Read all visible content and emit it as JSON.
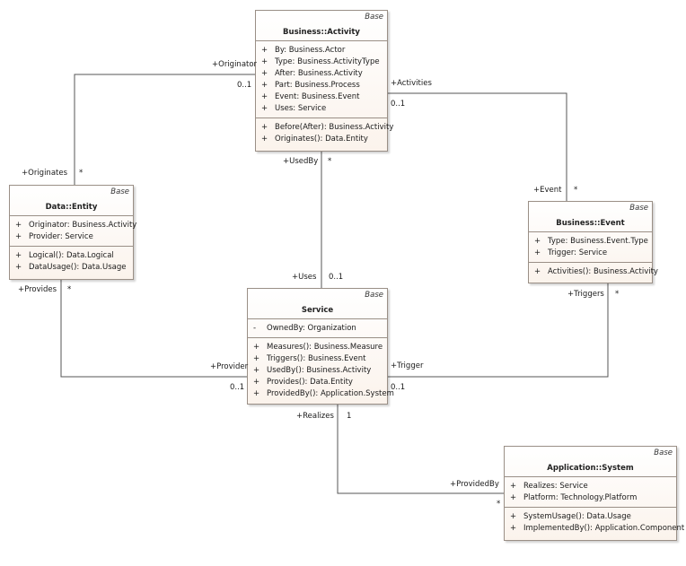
{
  "classes": {
    "activity": {
      "stereotype": "Base",
      "name": "Business::Activity",
      "attributes": [
        {
          "vis": "+",
          "text": "By: Business.Actor"
        },
        {
          "vis": "+",
          "text": "Type: Business.ActivityType"
        },
        {
          "vis": "+",
          "text": "After: Business.Activity"
        },
        {
          "vis": "+",
          "text": "Part: Business.Process"
        },
        {
          "vis": "+",
          "text": "Event: Business.Event"
        },
        {
          "vis": "+",
          "text": "Uses: Service"
        }
      ],
      "operations": [
        {
          "vis": "+",
          "text": "Before(After): Business.Activity"
        },
        {
          "vis": "+",
          "text": "Originates(): Data.Entity"
        }
      ]
    },
    "entity": {
      "stereotype": "Base",
      "name": "Data::Entity",
      "attributes": [
        {
          "vis": "+",
          "text": "Originator: Business.Activity"
        },
        {
          "vis": "+",
          "text": "Provider: Service"
        }
      ],
      "operations": [
        {
          "vis": "+",
          "text": "Logical(): Data.Logical"
        },
        {
          "vis": "+",
          "text": "DataUsage(): Data.Usage"
        }
      ]
    },
    "event": {
      "stereotype": "Base",
      "name": "Business::Event",
      "attributes": [
        {
          "vis": "+",
          "text": "Type: Business.Event.Type"
        },
        {
          "vis": "+",
          "text": "Trigger: Service"
        }
      ],
      "operations": [
        {
          "vis": "+",
          "text": "Activities(): Business.Activity"
        }
      ]
    },
    "service": {
      "stereotype": "Base",
      "name": "Service",
      "attributes": [
        {
          "vis": "-",
          "text": "OwnedBy: Organization"
        }
      ],
      "operations": [
        {
          "vis": "+",
          "text": "Measures(): Business.Measure"
        },
        {
          "vis": "+",
          "text": "Triggers(): Business.Event"
        },
        {
          "vis": "+",
          "text": "UsedBy(): Business.Activity"
        },
        {
          "vis": "+",
          "text": "Provides(): Data.Entity"
        },
        {
          "vis": "+",
          "text": "ProvidedBy(): Application.System"
        }
      ]
    },
    "system": {
      "stereotype": "Base",
      "name": "Application::System",
      "attributes": [
        {
          "vis": "+",
          "text": "Realizes: Service"
        },
        {
          "vis": "+",
          "text": "Platform: Technology.Platform"
        }
      ],
      "operations": [
        {
          "vis": "+",
          "text": "SystemUsage(): Data.Usage"
        },
        {
          "vis": "+",
          "text": "ImplementedBy(): Application.Component"
        }
      ]
    }
  },
  "associations": {
    "originator_role": "+Originator",
    "originator_mult": "0..1",
    "originates_role": "+Originates",
    "originates_mult": "*",
    "activities_role": "+Activities",
    "activities_mult": "0..1",
    "event_role": "+Event",
    "event_mult": "*",
    "usedby_role": "+UsedBy",
    "usedby_mult": "*",
    "uses_role": "+Uses",
    "uses_mult": "0..1",
    "provides_role": "+Provides",
    "provides_mult": "*",
    "provider_role": "+Provider",
    "provider_mult": "0..1",
    "triggers_role": "+Triggers",
    "triggers_mult": "*",
    "trigger_role": "+Trigger",
    "trigger_mult": "0..1",
    "realizes_role": "+Realizes",
    "realizes_mult": "1",
    "providedby_role": "+ProvidedBy",
    "providedby_mult": "*"
  }
}
